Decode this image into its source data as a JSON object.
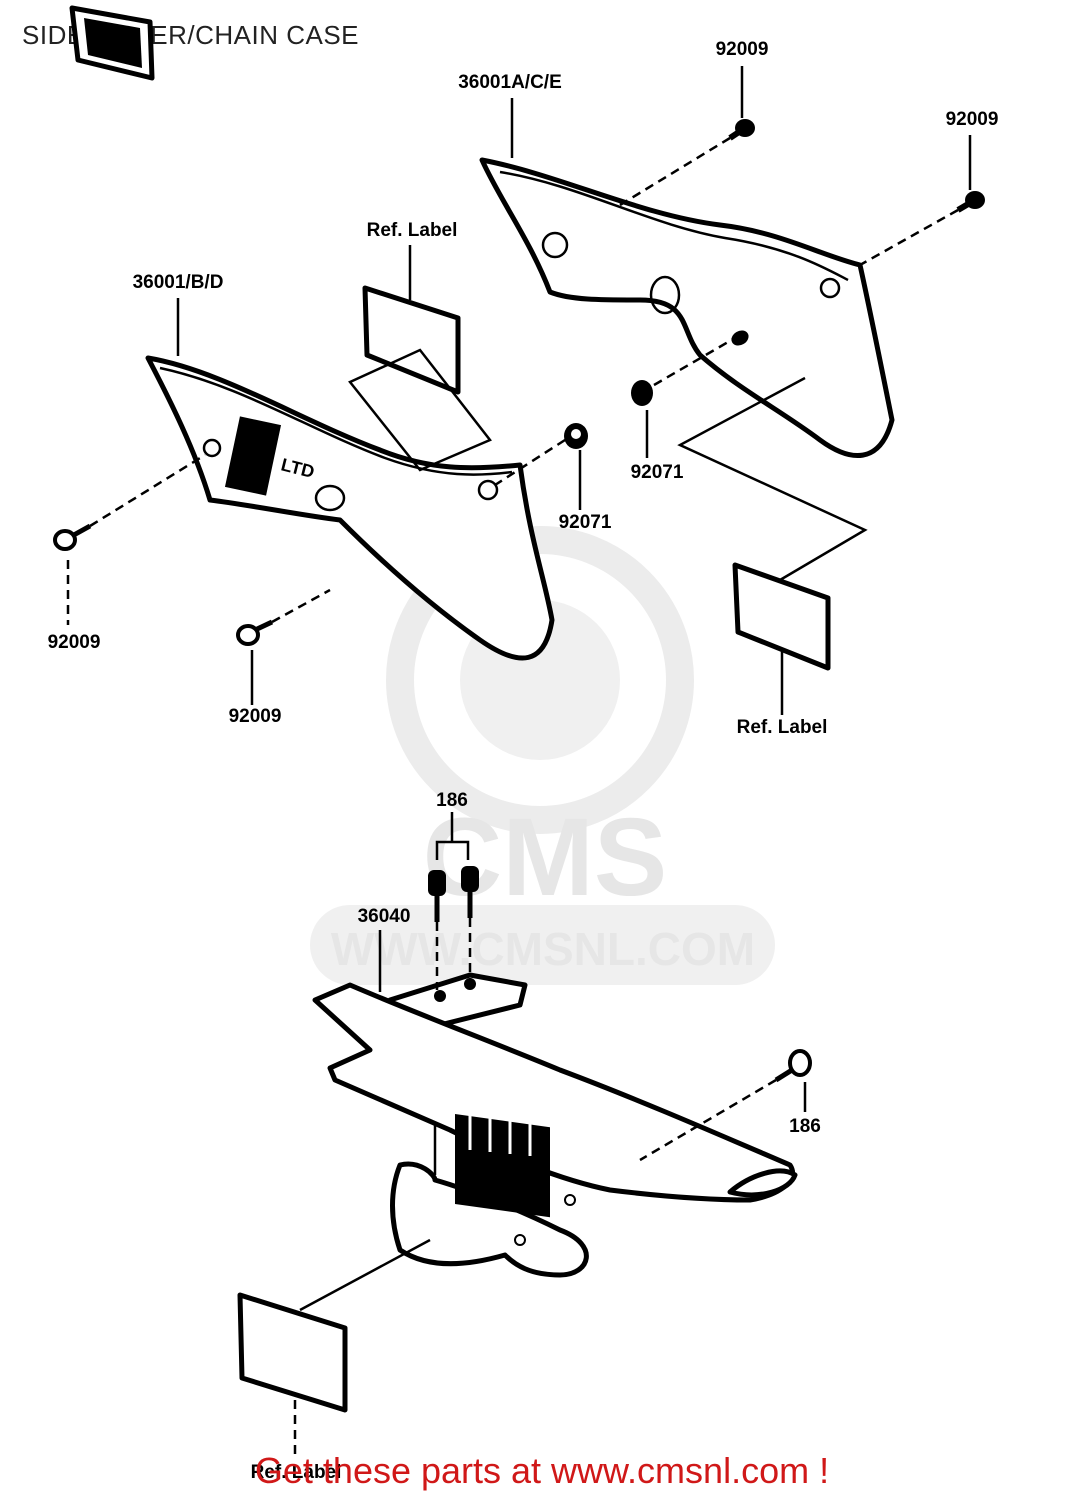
{
  "title": "SIDE COVER/CHAIN CASE",
  "footer": "Get these parts at www.cmsnl.com !",
  "watermark": {
    "brand": "CMS",
    "url": "WWW.CMSNL.COM",
    "color": "#e6e6e6"
  },
  "labels": {
    "p36001ace": "36001A/C/E",
    "p36001bd": "36001/B/D",
    "p92009_top": "92009",
    "p92009_topright": "92009",
    "p92009_left": "92009",
    "p92009_mid": "92009",
    "ref_label_top": "Ref. Label",
    "ref_label_right": "Ref. Label",
    "ref_label_bottom": "Ref. Label",
    "p92071_right": "92071",
    "p92071_left": "92071",
    "p186_top": "186",
    "p186_right": "186",
    "p36040": "36040"
  },
  "colors": {
    "footer": "#d01818",
    "lines": "#000000"
  }
}
